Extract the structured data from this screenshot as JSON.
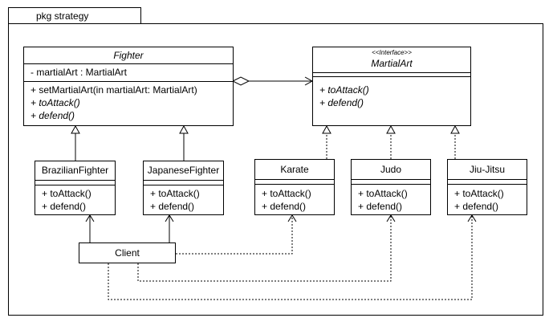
{
  "package": {
    "label": "pkg strategy"
  },
  "fighter": {
    "name": "Fighter",
    "attribute": "- martialArt : MartialArt",
    "operations": [
      "+ setMartialArt(in martialArt: MartialArt)",
      "+ toAttack()",
      "+ defend()"
    ]
  },
  "martial_art": {
    "stereotype": "<<Interface>>",
    "name": "MartialArt",
    "operations": [
      "+ toAttack()",
      "+ defend()"
    ]
  },
  "classes": [
    {
      "name": "BrazilianFighter",
      "ops": [
        "+ toAttack()",
        "+ defend()"
      ]
    },
    {
      "name": "JapaneseFighter",
      "ops": [
        "+ toAttack()",
        "+ defend()"
      ]
    },
    {
      "name": "Karate",
      "ops": [
        "+ toAttack()",
        "+ defend()"
      ]
    },
    {
      "name": "Judo",
      "ops": [
        "+ toAttack()",
        "+ defend()"
      ]
    },
    {
      "name": "Jiu-Jitsu",
      "ops": [
        "+ toAttack()",
        "+ defend()"
      ]
    }
  ],
  "client": {
    "name": "Client"
  }
}
